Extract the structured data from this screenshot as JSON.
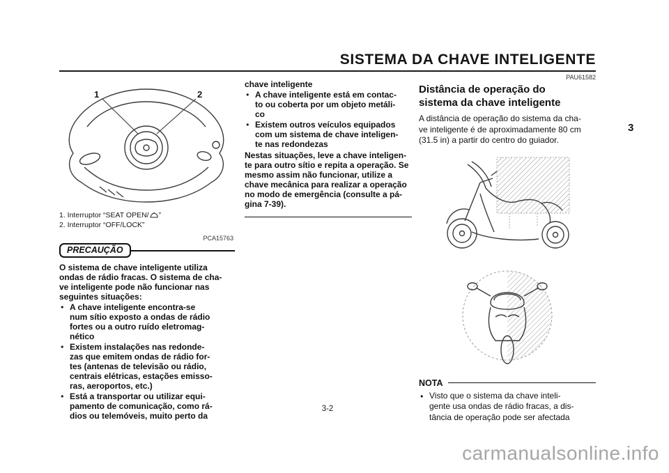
{
  "page": {
    "title": "SISTEMA DA CHAVE INTELIGENTE",
    "page_number": "3-2",
    "chapter_tab": "3",
    "watermark": "carmanualsonline.info"
  },
  "icons": {
    "bullet": "●"
  },
  "figure": {
    "callout1": "1",
    "callout2": "2",
    "caption1_prefix": "1. Interruptor “SEAT OPEN/",
    "caption1_suffix": "”",
    "caption2": "2. Interruptor “OFF/LOCK”"
  },
  "caution": {
    "code": "PCA15763",
    "label": "PRECAUÇÃO",
    "intro": "O sistema de chave inteligente utiliza\nondas de rádio fracas. O sistema de cha-\nve inteligente pode não funcionar nas\nseguintes situações:",
    "bullets": [
      "A chave inteligente encontra-se\nnum sítio exposto a ondas de rádio\nfortes ou a outro ruído eletromag-\nnético",
      "Existem instalações nas redonde-\nzas que emitem ondas de rádio for-\ntes (antenas de televisão ou rádio,\ncentrais elétricas, estações emisso-\nras, aeroportos, etc.)",
      "Está a transportar ou utilizar equi-\npamento de comunicação, como rá-\ndios ou telemóveis, muito perto da"
    ],
    "continuation": "chave inteligente",
    "bullets2": [
      "A chave inteligente está em contac-\nto ou coberta por um objeto metáli-\nco",
      "Existem outros veículos equipados\ncom um sistema de chave inteligen-\nte nas redondezas"
    ],
    "closing": "Nestas situações, leve a chave inteligen-\nte para outro sítio e repita a operação. Se\nmesmo assim não funcionar, utilize a\nchave mecânica para realizar a operação\nno modo de emergência (consulte a pá-\ngina 7-39)."
  },
  "distance": {
    "code": "PAU61582",
    "heading": "Distância de operação do\nsistema da chave inteligente",
    "body": "A distância de operação do sistema da cha-\nve inteligente é de aproximadamente 80 cm\n(31.5 in) a partir do centro do guiador.",
    "note_label": "NOTA",
    "note_bullet": "Visto que o sistema da chave inteli-\ngente usa ondas de rádio fracas, a dis-\ntância de operação pode ser afectada"
  }
}
